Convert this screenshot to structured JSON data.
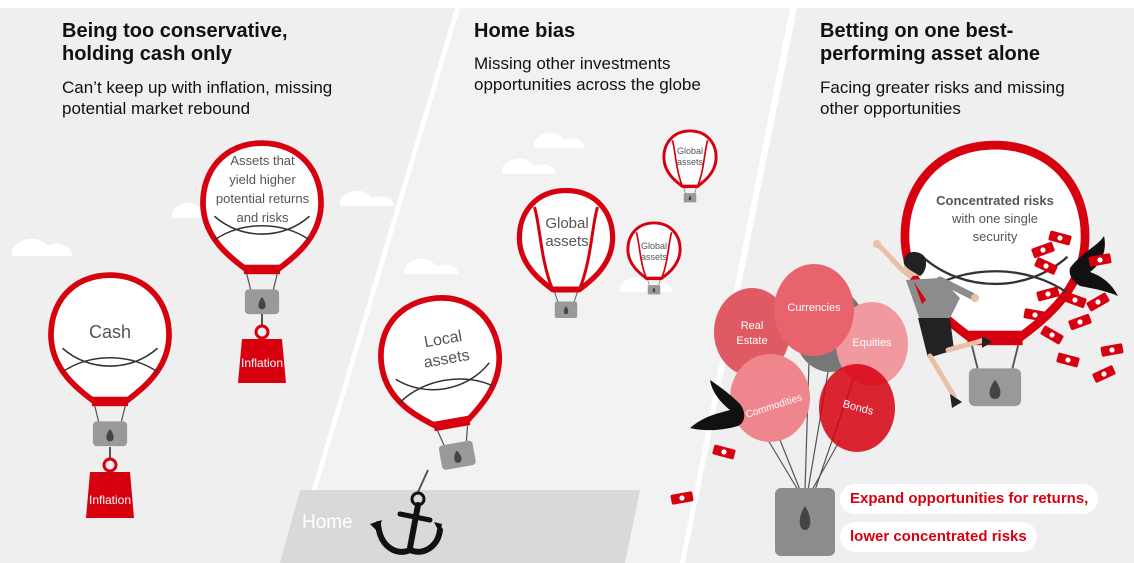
{
  "panels": [
    {
      "title_line1": "Being too conservative,",
      "title_line2": "holding cash only",
      "subtitle_line1": "Can’t keep up with inflation, missing",
      "subtitle_line2": "potential market rebound",
      "balloons": {
        "cash": "Cash",
        "assets_l1": "Assets that",
        "assets_l2": "yield higher",
        "assets_l3": "potential returns",
        "assets_l4": "and risks",
        "weight": "Inflation"
      }
    },
    {
      "title_line1": "Home bias",
      "subtitle_line1": "Missing other investments",
      "subtitle_line2": "opportunities across the globe",
      "balloons": {
        "local_l1": "Local",
        "local_l2": "assets",
        "global_l1": "Global",
        "global_l2": "assets"
      },
      "ground_label": "Home"
    },
    {
      "title_line1": "Betting on one best-",
      "title_line2": "performing asset alone",
      "subtitle_line1": "Facing greater risks and missing",
      "subtitle_line2": "other opportunities",
      "balloon_l1": "Concentrated risks",
      "balloon_l2": "with one single",
      "balloon_l3": "security",
      "cluster": {
        "real_estate_l1": "Real",
        "real_estate_l2": "Estate",
        "currencies": "Currencies",
        "equities": "Equities",
        "commodities": "Commodities",
        "bonds": "Bonds"
      },
      "callout_line1": "Expand opportunities for returns,",
      "callout_line2": "lower concentrated risks"
    }
  ],
  "colors": {
    "brand_red": "#d7000f",
    "panel_grey": "#f0f0f0",
    "balloon_grey": "#8c8c8c"
  }
}
